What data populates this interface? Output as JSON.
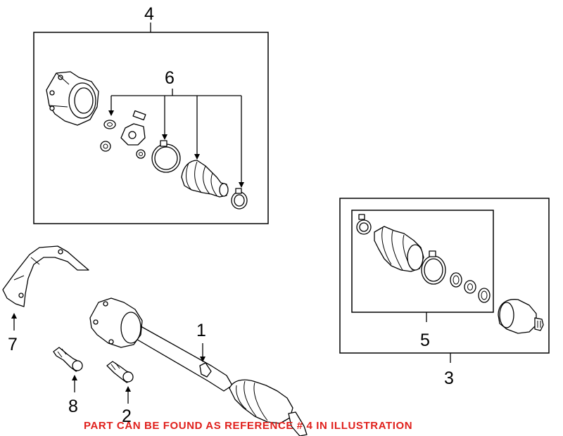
{
  "diagram": {
    "callouts": {
      "c1": "1",
      "c2": "2",
      "c3": "3",
      "c4": "4",
      "c5": "5",
      "c6": "6",
      "c7": "7",
      "c8": "8"
    },
    "note": "PART CAN BE FOUND AS REFERENCE # 4 IN ILLUSTRATION",
    "colors": {
      "note": "#e0201c",
      "line": "#000000",
      "background": "#ffffff"
    }
  }
}
